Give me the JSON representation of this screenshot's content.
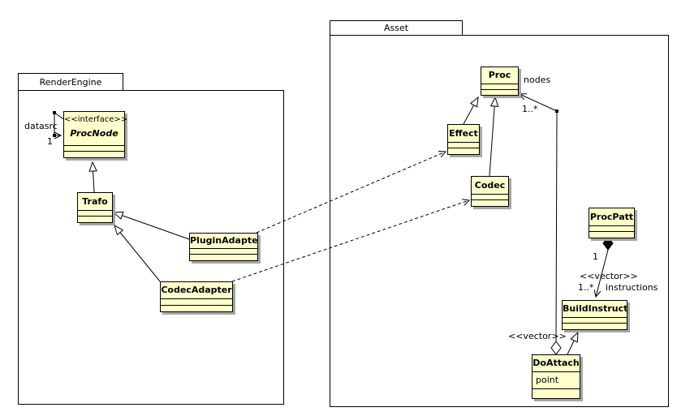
{
  "packages": {
    "renderEngine": {
      "label": "RenderEngine"
    },
    "asset": {
      "label": "Asset"
    }
  },
  "classes": {
    "procNode": {
      "stereotype": "<<interface>>",
      "name": "ProcNode"
    },
    "trafo": {
      "name": "Trafo"
    },
    "pluginAdapter": {
      "name": "PluginAdapter"
    },
    "codecAdapter": {
      "name": "CodecAdapter"
    },
    "proc": {
      "name": "Proc"
    },
    "effect": {
      "name": "Effect"
    },
    "codec": {
      "name": "Codec"
    },
    "procPatt": {
      "name": "ProcPatt"
    },
    "buildInstruct": {
      "name": "BuildInstruct"
    },
    "doAttach": {
      "name": "DoAttach",
      "attributes": {
        "0": "point"
      }
    }
  },
  "labels": {
    "datasrc": "datasrc",
    "datasrc_mult": "1",
    "nodes": "nodes",
    "nodes_mult": "1..*",
    "vector_doattach": "<<vector>>",
    "composition_mult": "1",
    "vector_instructions": "<<vector>>",
    "instructions_mult": "1..*",
    "instructions": "instructions"
  },
  "colors": {
    "class_fill": "#ffffcc",
    "border": "#000000",
    "shadow": "#a6a6a6",
    "background": "#ffffff"
  }
}
